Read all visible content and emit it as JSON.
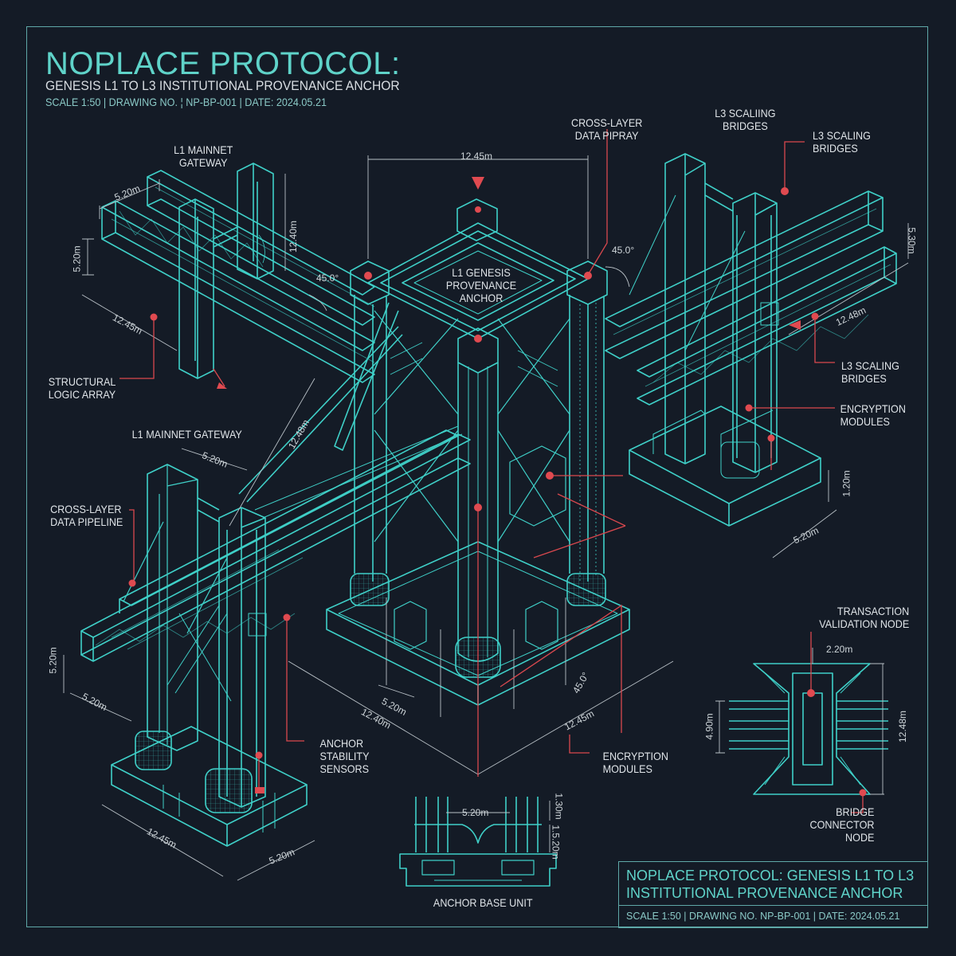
{
  "header": {
    "title": "NOPLACE PROTOCOL:",
    "subtitle": "GENESIS L1 TO L3 INSTITUTIONAL PROVENANCE ANCHOR",
    "meta": "SCALE 1:50 | DRAWING NO. ¦ NP-BP-001 | DATE: 2024.05.21"
  },
  "colors": {
    "background": "#141b26",
    "line": "#3fd0c8",
    "accent": "#e04a50",
    "text": "#dfe4e8",
    "title": "#5fd3c9"
  },
  "labels": {
    "l1_mainnet_gateway_top": "L1 MAINNET\nGATEWAY",
    "structural_logic_array": "STRUCTURAL\nLOGIC ARRAY",
    "cross_layer_data_pipray": "CROSS-LAYER\nDATA PIPRAY",
    "l3_scaling_bridges_top": "L3 SCALIING\nBRIDGES",
    "l3_scaling_bridges_right1": "L3 SCALING\nBRIDGES",
    "l3_scaling_bridges_right2": "L3 SCALING\nBRIDGES",
    "encryption_modules_right": "ENCRYPTION\nMODULES",
    "l1_genesis_anchor": "L1 GENESIS\nPROVENANCE\nANCHOR",
    "l1_mainnet_gateway_left": "L1 MAINNET GATEWAY",
    "cross_layer_data_pipeline": "CROSS-LAYER\nDATA PIPELINE",
    "anchor_stability_sensors": "ANCHOR\nSTABILITY\nSENSORS",
    "encryption_modules_bottom": "ENCRYPTION\nMODULES",
    "transaction_validation_node": "TRANSACTION\nVALIDATION NODE",
    "bridge_connector_node": "BRIDGE\nCONNECTOR\nNODE",
    "anchor_base_unit": "ANCHOR BASE UNIT"
  },
  "dimensions": {
    "top_span": "12.45m",
    "left_bridge_width": "5.20m",
    "left_bridge_height": "5.20m",
    "left_bridge_length": "12.45m",
    "left_tower_height": "12.40m",
    "angle_left": "45.0°",
    "angle_right": "45.0°",
    "angle_base": "45.0°",
    "right_bridge_height": "5.30m",
    "right_bridge_length": "12.48m",
    "right_base_height": "1.20m",
    "right_base_width": "5.20m",
    "diagonal": "12.48m",
    "lower_tower_width": "5.20m",
    "lower_bridge_height": "5.20m",
    "lower_bridge_width": "5.20m",
    "lower_base_length": "12.45m",
    "lower_base_width": "5.20m",
    "base_inner": "5.20m",
    "base_left": "12.40m",
    "base_right": "12.45m",
    "node_top": "2.20m",
    "node_side": "4.90m",
    "node_height": "12.48m",
    "unit_width": "5.20m",
    "unit_h1": "1.30m",
    "unit_h2": "1.5.20m"
  },
  "title_block": {
    "title": "NOPLACE PROTOCOL: GENESIS L1 TO L3 INSTITUTIONAL PROVENANCE ANCHOR",
    "meta": "SCALE 1:50  |  DRAWING NO. NP-BP-001  |  DATE: 2024.05.21"
  }
}
